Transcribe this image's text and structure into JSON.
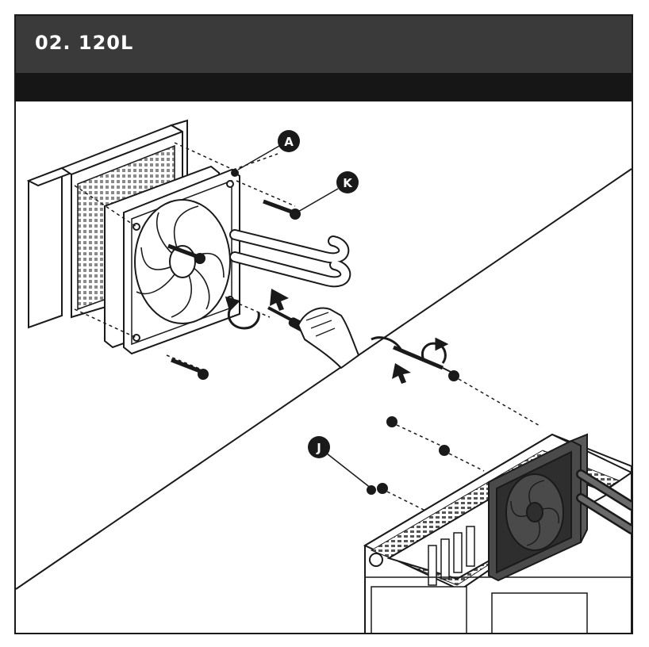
{
  "header": {
    "title": "02. 120L"
  },
  "callouts": {
    "a": "A",
    "k": "K",
    "j": "J"
  },
  "colors": {
    "header": "#3a3a3a",
    "subbar": "#161616",
    "ink": "#1a1a1a",
    "fan_dark": "#4a4a4a"
  }
}
